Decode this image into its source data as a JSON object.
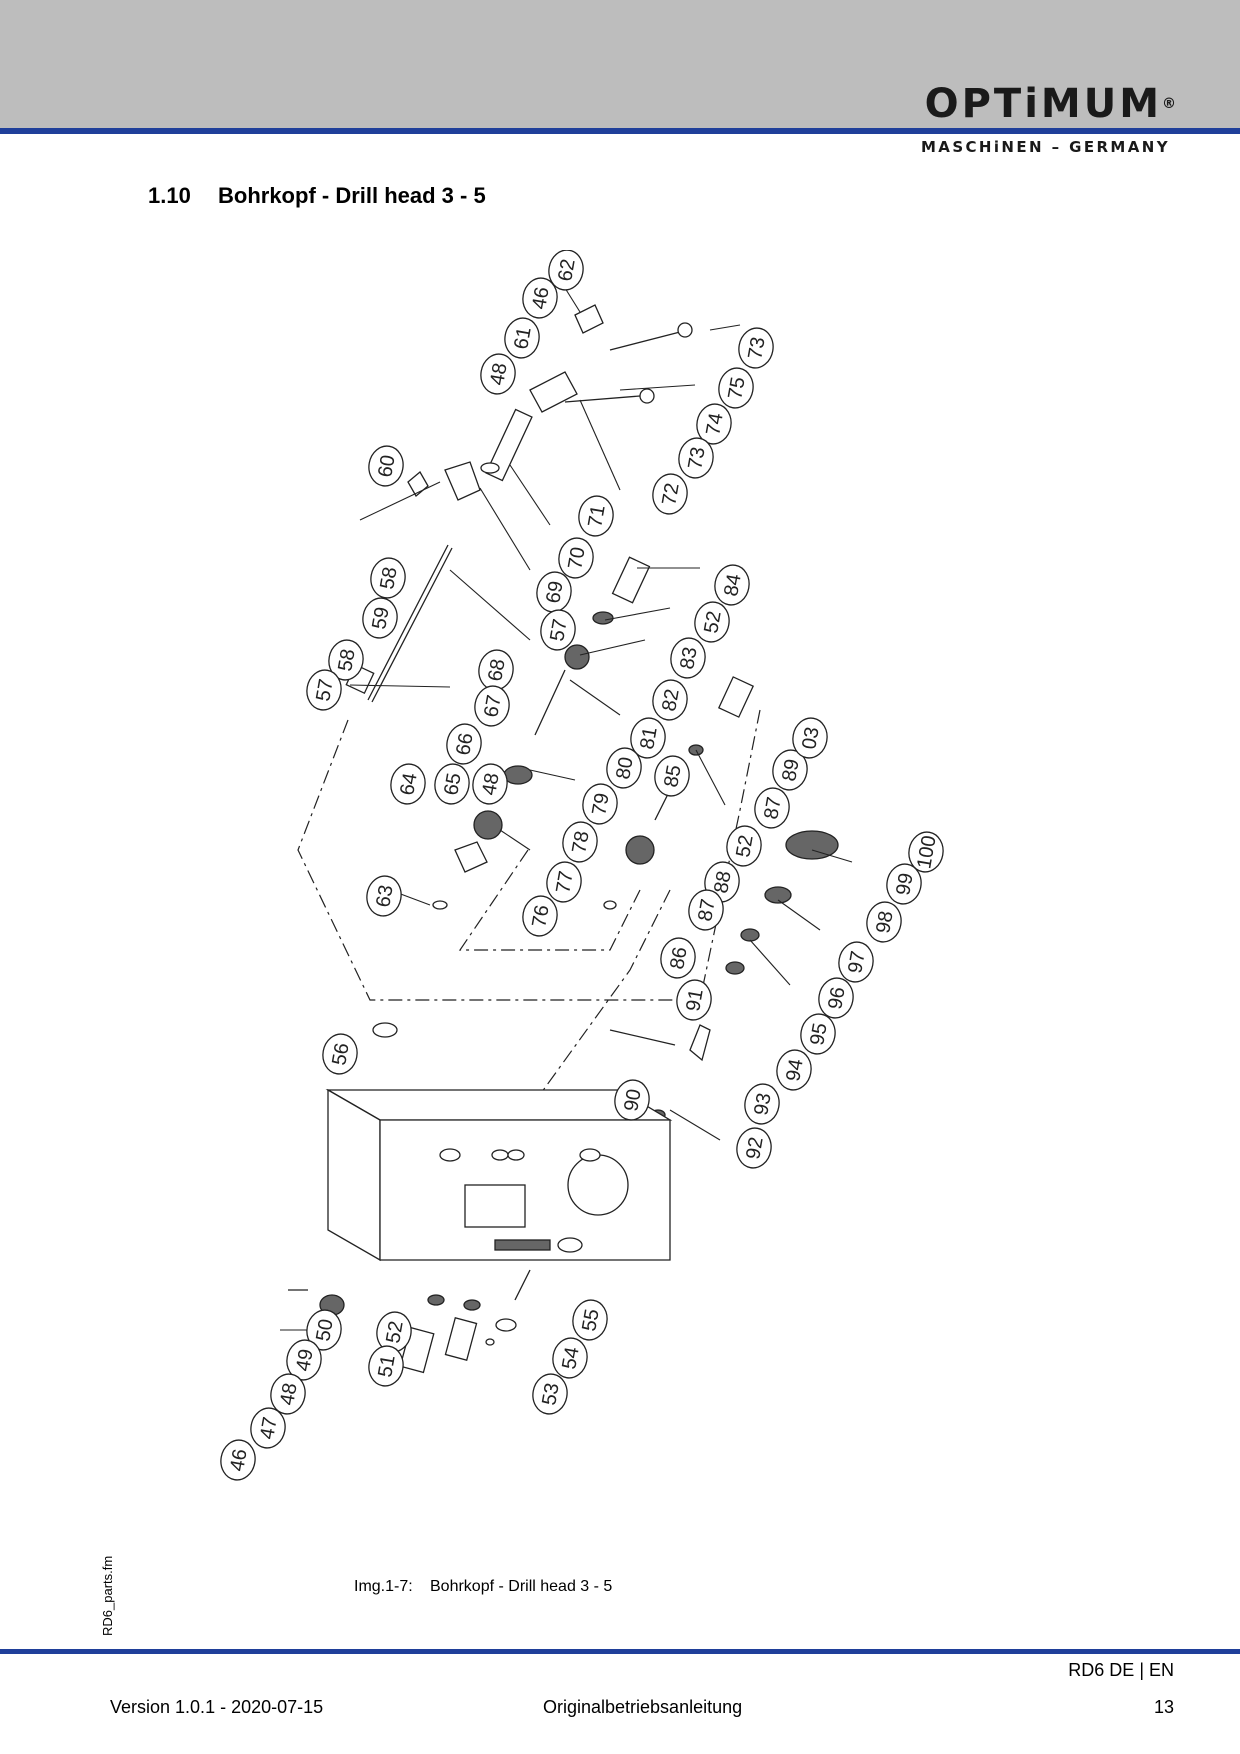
{
  "header": {
    "logo_main": "OPTiMUM",
    "logo_reg": "®",
    "logo_sub": "MASCHiNEN – GERMANY",
    "accent_color": "#1f3f9a",
    "band_color": "#bdbdbd"
  },
  "section": {
    "number": "1.10",
    "title": "Bohrkopf - Drill head 3 - 5"
  },
  "diagram": {
    "callouts": [
      "62",
      "46",
      "61",
      "48",
      "73",
      "75",
      "74",
      "73",
      "72",
      "71",
      "70",
      "69",
      "60",
      "58",
      "57",
      "59",
      "58",
      "57",
      "68",
      "67",
      "84",
      "52",
      "83",
      "82",
      "81",
      "80",
      "66",
      "64",
      "65",
      "48",
      "79",
      "78",
      "77",
      "76",
      "63",
      "85",
      "87",
      "89",
      "03",
      "100",
      "52",
      "88",
      "87",
      "86",
      "99",
      "98",
      "97",
      "96",
      "95",
      "94",
      "91",
      "90",
      "93",
      "92",
      "56",
      "50",
      "49",
      "48",
      "47",
      "46",
      "52",
      "51",
      "55",
      "54",
      "53"
    ]
  },
  "caption": {
    "label": "Img.1-7:",
    "text": "Bohrkopf - Drill head 3 - 5"
  },
  "side_file": "RD6_parts.fm",
  "footer": {
    "product": "RD6  DE | EN",
    "version": "Version 1.0.1 - 2020-07-15",
    "doc": "Originalbetriebsanleitung",
    "page": "13"
  }
}
